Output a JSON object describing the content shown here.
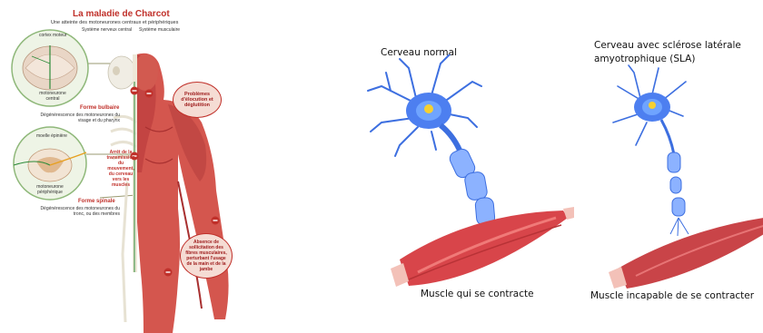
{
  "left_panel": {
    "title": "La maladie de Charcot",
    "subtitle": "Une atteinte des motoneurones centraux et périphériques",
    "system_labels": [
      "Système nerveux central",
      "Système musculaire"
    ],
    "cortex_label": "cortex moteur",
    "central_motoneuron_label": "motoneurone central",
    "spinal_cord_label": "moelle épinière",
    "peripheral_motoneuron_label": "motoneurone périphérique",
    "bulbar_form": {
      "title": "Forme bulbaire",
      "text": "Dégénérescence des motoneurones du visage et du pharynx"
    },
    "spinal_form": {
      "title": "Forme spinale",
      "text": "Dégénérescence des motoneurones du tronc, ou des membres"
    },
    "arrest_text": "Arrêt de la transmission du mouvement, du cerveau vers les muscles",
    "callout_swallow": "Problèmes d'élocution et déglutition",
    "callout_fibers": "Absence de sollicitation des fibres musculaires, perturbant l'usage de la main et de la jambe"
  },
  "right_panel": {
    "normal_title": "Cerveau normal",
    "als_title": "Cerveau avec sclérose latérale amyotrophique (SLA)",
    "normal_caption": "Muscle qui se contracte",
    "als_caption": "Muscle incapable de se contracter"
  },
  "colors": {
    "accent_red": "#c0302a",
    "neuron_blue": "#3d6fe0",
    "muscle_red": "#d8454a"
  }
}
